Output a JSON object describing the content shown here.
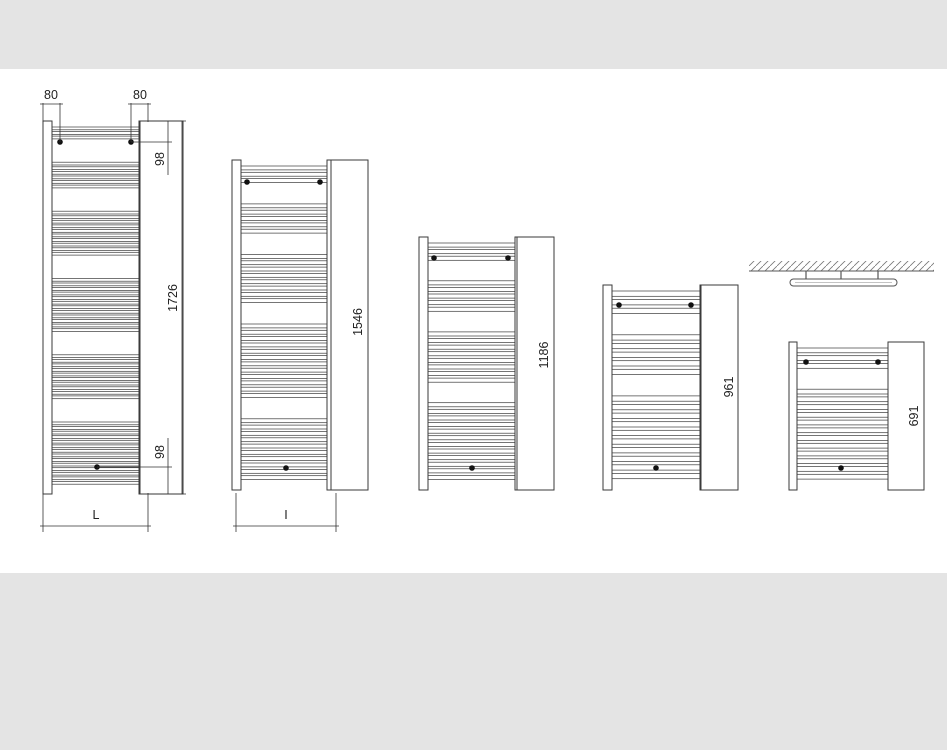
{
  "colors": {
    "background": "#e4e4e4",
    "sheet": "#ffffff",
    "line": "#3a3a3a",
    "hatch": "#777777",
    "valve": "#111111"
  },
  "dimensions": {
    "radiator_1_height": "1726",
    "radiator_2_height": "1546",
    "radiator_3_height": "1186",
    "radiator_4_height": "961",
    "radiator_5_height": "691",
    "left_offset": "80",
    "right_offset": "80",
    "top_offset": "98",
    "bottom_offset": "98",
    "width_label_1": "L",
    "width_label_2": "I"
  },
  "radiator_models": [
    {
      "height_mm": 1726,
      "bar_groups": [
        3,
        6,
        10,
        12,
        10,
        14
      ]
    },
    {
      "height_mm": 1546,
      "bar_groups": [
        3,
        5,
        8,
        12,
        10
      ]
    },
    {
      "height_mm": 1186,
      "bar_groups": [
        3,
        5,
        8,
        12
      ]
    },
    {
      "height_mm": 961,
      "bar_groups": [
        3,
        5,
        10
      ]
    },
    {
      "height_mm": 691,
      "bar_groups": [
        3,
        12
      ]
    }
  ]
}
